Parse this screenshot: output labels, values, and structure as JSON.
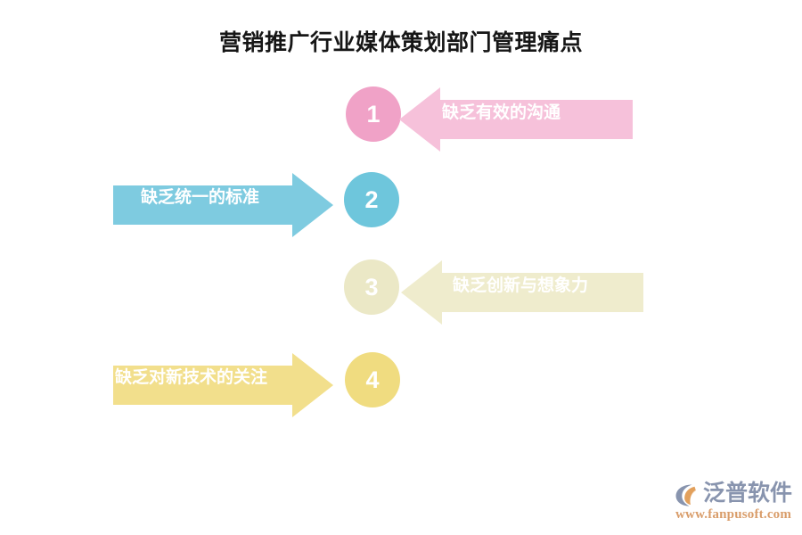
{
  "page": {
    "title": "营销推广行业媒体策划部门管理痛点",
    "background_color": "#ffffff",
    "title_color": "#161616"
  },
  "items": [
    {
      "number": "1",
      "label": "缺乏有效的沟通",
      "direction": "left",
      "circle_color": "#f0a2c7",
      "arrow_color": "#f6c1da",
      "text_color": "#ffffff"
    },
    {
      "number": "2",
      "label": "缺乏统一的标准",
      "direction": "right",
      "circle_color": "#6ec6dc",
      "arrow_color": "#7ecbe0",
      "text_color": "#ffffff"
    },
    {
      "number": "3",
      "label": "缺乏创新与想象力",
      "direction": "left",
      "circle_color": "#ebe8c6",
      "arrow_color": "#efeccd",
      "text_color": "#ffffff"
    },
    {
      "number": "4",
      "label": "缺乏对新技术的关注",
      "direction": "right",
      "circle_color": "#f0dc80",
      "arrow_color": "#f2df8c",
      "text_color": "#ffffff"
    }
  ],
  "logo": {
    "brand": "泛普软件",
    "url": "www.fanpusoft.com",
    "brand_color": "#8894ae",
    "url_color": "#d99d6a",
    "mark_color": "#8894ae",
    "mark_accent_color": "#e2a05c"
  }
}
